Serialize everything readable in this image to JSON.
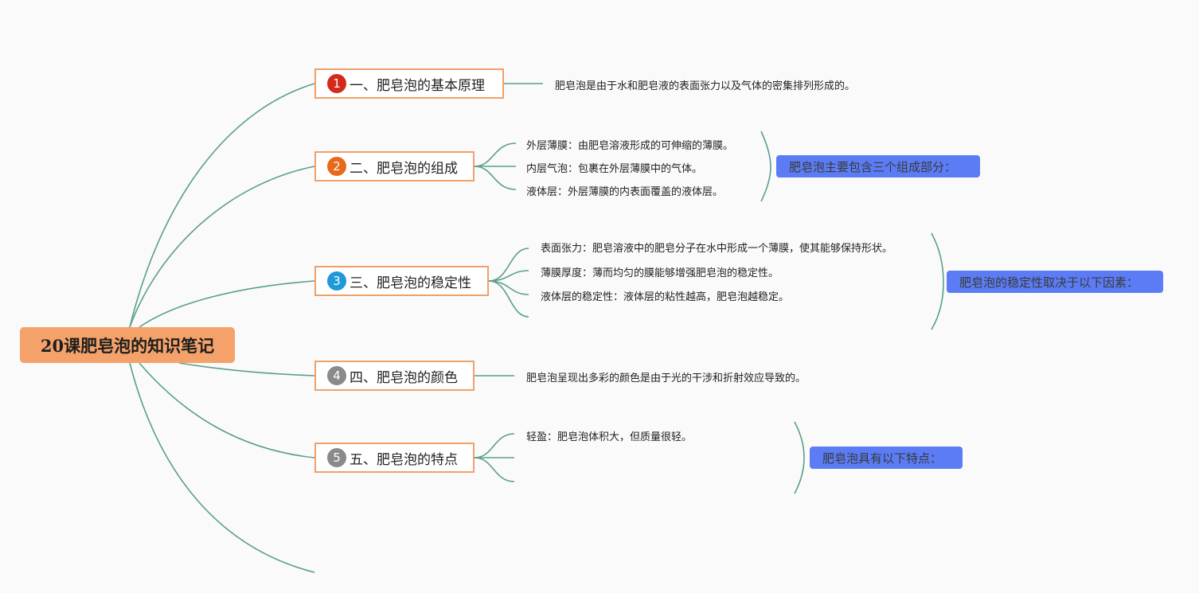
{
  "root": {
    "title": "20课肥皂泡的知识笔记"
  },
  "topics": [
    {
      "badge": "1",
      "badge_color": "#d42a1b",
      "title": "一、肥皂泡的基本原理",
      "details": [
        "肥皂泡是由于水和肥皂液的表面张力以及气体的密集排列形成的。"
      ]
    },
    {
      "badge": "2",
      "badge_color": "#e8691b",
      "title": "二、肥皂泡的组成",
      "details": [
        "外层薄膜：由肥皂溶液形成的可伸缩的薄膜。",
        "内层气泡：包裹在外层薄膜中的气体。",
        "液体层：外层薄膜的内表面覆盖的液体层。"
      ],
      "summary": "肥皂泡主要包含三个组成部分："
    },
    {
      "badge": "3",
      "badge_color": "#1f9ad8",
      "title": "三、肥皂泡的稳定性",
      "details": [
        "表面张力：肥皂溶液中的肥皂分子在水中形成一个薄膜，使其能够保持形状。",
        "薄膜厚度：薄而均匀的膜能够增强肥皂泡的稳定性。",
        "液体层的稳定性：液体层的粘性越高，肥皂泡越稳定。"
      ],
      "summary": "肥皂泡的稳定性取决于以下因素："
    },
    {
      "badge": "4",
      "badge_color": "#8a8a8a",
      "title": "四、肥皂泡的颜色",
      "details": [
        "肥皂泡呈现出多彩的颜色是由于光的干涉和折射效应导致的。"
      ]
    },
    {
      "badge": "5",
      "badge_color": "#8a8a8a",
      "title": "五、肥皂泡的特点",
      "details": [
        "轻盈：肥皂泡体积大，但质量很轻。"
      ],
      "summary": "肥皂泡具有以下特点："
    }
  ],
  "colors": {
    "line": "#5a9f8c",
    "root_fill": "#f4a26a",
    "topic_border": "#f0a06a",
    "summary_fill": "#5b7cf5"
  }
}
